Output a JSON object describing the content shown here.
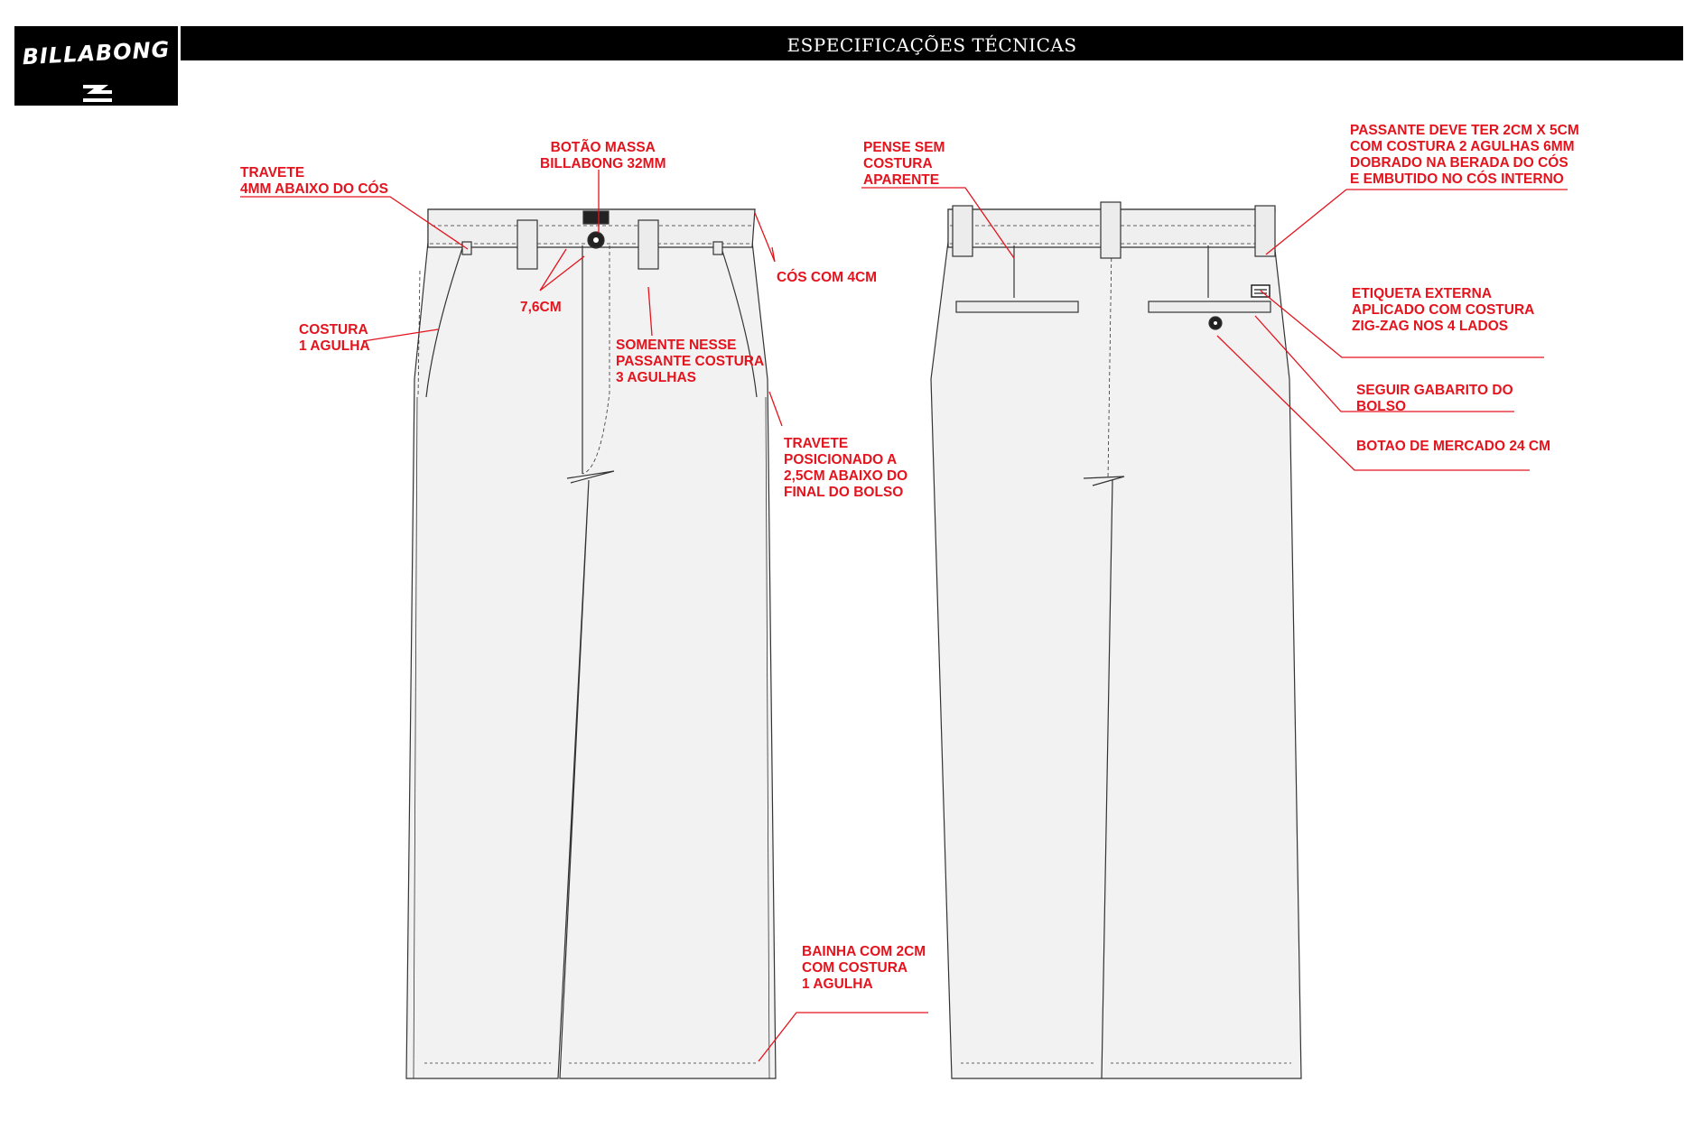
{
  "header": {
    "brand": "BILLABONG",
    "title": "ESPECIFICAÇÕES TÉCNICAS"
  },
  "colors": {
    "annotation": "#e3141d",
    "garment_fill": "#f2f2f2",
    "garment_stroke": "#333333",
    "header_bg": "#000000"
  },
  "annotations": {
    "travete_top": [
      "TRAVETE",
      "4MM ABAIXO DO CÓS"
    ],
    "botao_massa": [
      "BOTÃO MASSA",
      "BILLABONG 32MM"
    ],
    "pense": [
      "PENSE SEM",
      "COSTURA",
      "APARENTE"
    ],
    "passante": [
      "PASSANTE DEVE TER 2CM X 5CM",
      "COM COSTURA 2 AGULHAS 6MM",
      "DOBRADO NA BERADA DO CÓS",
      "E EMBUTIDO NO CÓS INTERNO"
    ],
    "cos": [
      "CÓS COM 4CM"
    ],
    "medida_76": [
      "7,6CM"
    ],
    "costura_1": [
      "COSTURA",
      "1 AGULHA"
    ],
    "somente": [
      "SOMENTE NESSE",
      "PASSANTE COSTURA",
      "3 AGULHAS"
    ],
    "travete_bolso": [
      "TRAVETE",
      "POSICIONADO A",
      "2,5CM ABAIXO DO",
      "FINAL DO BOLSO"
    ],
    "etiqueta": [
      "ETIQUETA EXTERNA",
      "APLICADO COM COSTURA",
      "ZIG-ZAG NOS 4 LADOS"
    ],
    "gabarito": [
      "SEGUIR GABARITO DO",
      "BOLSO"
    ],
    "botao_mercado": [
      "BOTAO DE MERCADO 24 CM"
    ],
    "bainha": [
      "BAINHA COM 2CM",
      "COM COSTURA",
      "1 AGULHA"
    ]
  }
}
